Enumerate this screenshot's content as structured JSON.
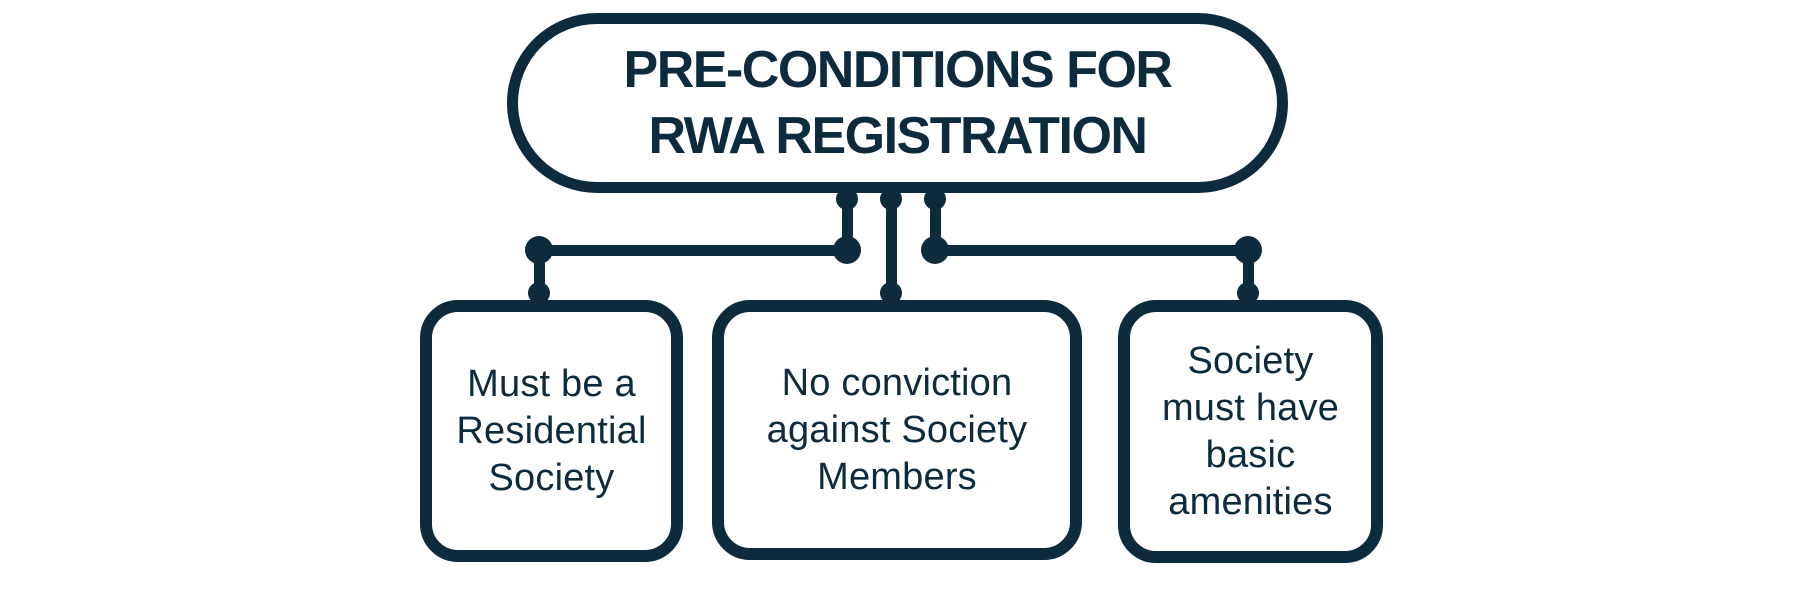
{
  "colors": {
    "primary": "#0E2B3D",
    "background": "#FFFFFF"
  },
  "title": "PRE-CONDITIONS FOR\nRWA REGISTRATION",
  "cards": [
    {
      "label": "Must be a\nResidential\nSociety"
    },
    {
      "label": "No conviction\nagainst Society\nMembers"
    },
    {
      "label": "Society\nmust have\nbasic\namenities"
    }
  ]
}
